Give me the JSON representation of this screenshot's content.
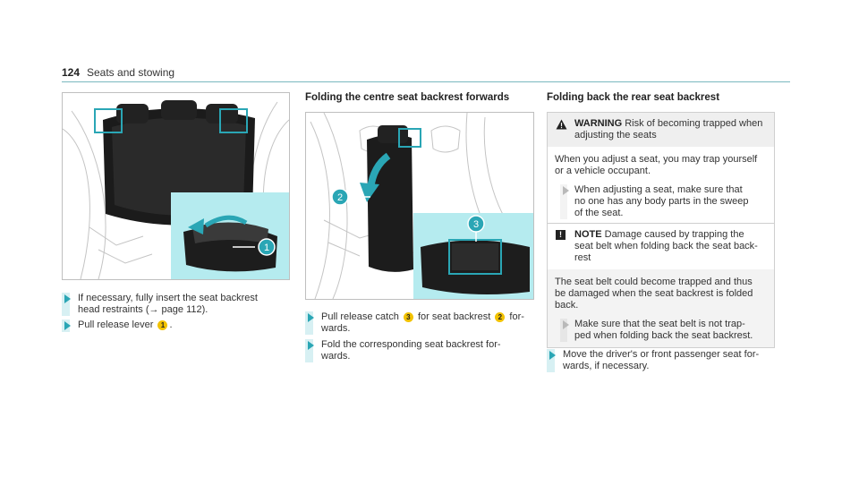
{
  "header": {
    "page_number": "124",
    "title": "Seats and stowing"
  },
  "left": {
    "steps": [
      {
        "line1": "If necessary, fully insert the seat backrest",
        "line2": "head restraints (→ page 112)."
      },
      {
        "text_before": "Pull release lever",
        "badge": "1",
        "text_after": "."
      }
    ],
    "figure_callout": "1"
  },
  "middle": {
    "title": "Folding the centre seat backrest forwards",
    "figure_callouts": [
      "2",
      "3"
    ],
    "steps": [
      {
        "text_before": "Pull release catch",
        "badge1": "3",
        "text_mid": "for seat backrest",
        "badge2": "2",
        "text_after": "for-",
        "line2": "wards."
      },
      {
        "line1": "Fold the corresponding seat backrest for-",
        "line2": "wards."
      }
    ]
  },
  "right": {
    "title": "Folding back the rear seat backrest",
    "warning": {
      "label": "WARNING",
      "head_line1": "Risk of becoming trapped when",
      "head_line2": "adjusting the seats",
      "body_line1": "When you adjust a seat, you may trap yourself",
      "body_line2": "or a vehicle occupant.",
      "step_line1": "When adjusting a seat, make sure that",
      "step_line2": "no one has any body parts in the sweep",
      "step_line3": "of the seat."
    },
    "note": {
      "label": "NOTE",
      "head_line1": "Damage caused by trapping the",
      "head_line2": "seat belt when folding back the seat back-",
      "head_line3": "rest",
      "body_line1": "The seat belt could become trapped and thus",
      "body_line2": "be damaged when the seat backrest is folded",
      "body_line3": "back.",
      "step_line1": "Make sure that the seat belt is not trap-",
      "step_line2": "ped when folding back the seat backrest."
    },
    "final_step": {
      "line1": "Move the driver's or front passenger seat for-",
      "line2": "wards, if necessary."
    }
  },
  "colors": {
    "accent": "#2aa6b5",
    "accent_light": "#b5ebef",
    "badge": "#f2c200"
  }
}
